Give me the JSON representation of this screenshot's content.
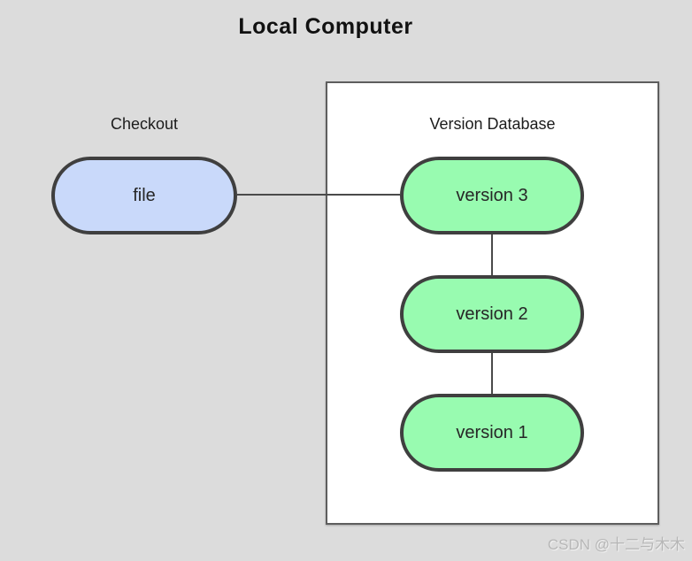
{
  "title": "Local Computer",
  "checkout": {
    "label": "Checkout",
    "file_node": "file"
  },
  "version_database": {
    "label": "Version Database",
    "versions": [
      {
        "label": "version 3"
      },
      {
        "label": "version 2"
      },
      {
        "label": "version 1"
      }
    ]
  },
  "watermark": "CSDN @十二与木木",
  "colors": {
    "background": "#dcdcdc",
    "box_fill": "#ffffff",
    "box_border": "#5e5e5e",
    "file_fill": "#c9d9fa",
    "version_fill": "#98fbb0",
    "pill_border": "#3f3f3f",
    "connector": "#4a4a4a",
    "text": "#1c1c1c",
    "watermark_text": "#b7b7b7"
  }
}
